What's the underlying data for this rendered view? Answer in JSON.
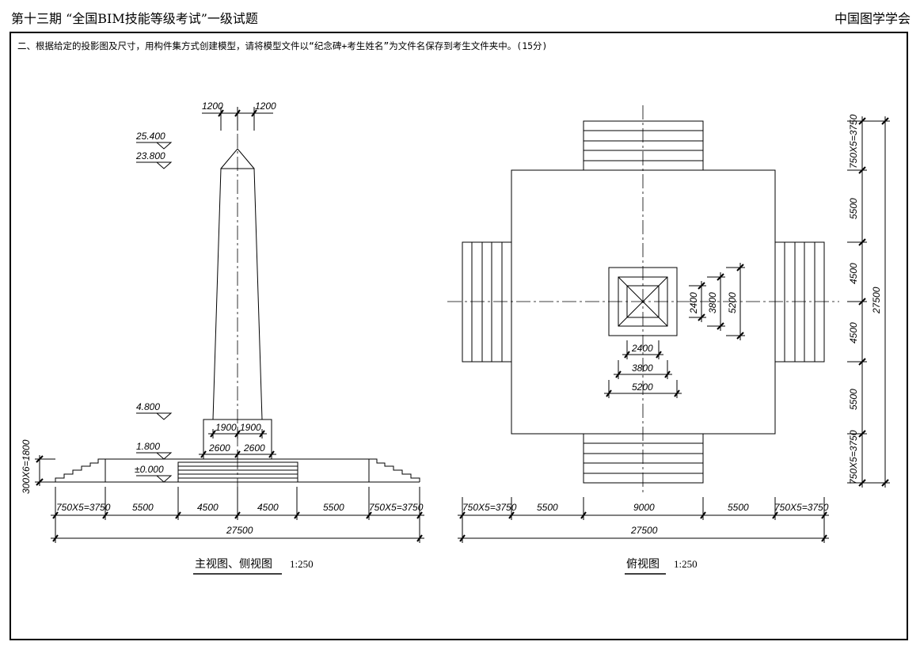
{
  "header": {
    "left_title": "第十三期 “全国BIM技能等级考试”一级试题",
    "right_title": "中国图学学会"
  },
  "question": "二、根据给定的投影图及尺寸，用构件集方式创建模型，请将模型文件以“纪念碑+考生姓名”为文件名保存到考生文件夹中。(15分)",
  "front_view": {
    "title": "主视图、侧视图",
    "scale": "1:250",
    "elevations": [
      "25.400",
      "23.800",
      "4.800",
      "1.800",
      "±0.000"
    ],
    "top_dims": [
      "1200",
      "1200"
    ],
    "pedestal_dims_upper": [
      "1900",
      "1900"
    ],
    "pedestal_dims_lower": [
      "2600",
      "2600"
    ],
    "left_stair_dim": "300X6=1800",
    "bottom_dims": [
      "750X5=3750",
      "5500",
      "4500",
      "4500",
      "5500",
      "750X5=3750"
    ],
    "total_dim": "27500"
  },
  "plan_view": {
    "title": "俯视图",
    "scale": "1:250",
    "center_dims_h": [
      "2400",
      "3800",
      "5200"
    ],
    "center_dims_v": [
      "2400",
      "3800",
      "5200"
    ],
    "right_dims": [
      "750X5=3750",
      "5500",
      "4500",
      "4500",
      "5500",
      "750X5=3750"
    ],
    "right_total": "27500",
    "bottom_dims": [
      "750X5=3750",
      "5500",
      "9000",
      "5500",
      "750X5=3750"
    ],
    "bottom_total": "27500"
  }
}
